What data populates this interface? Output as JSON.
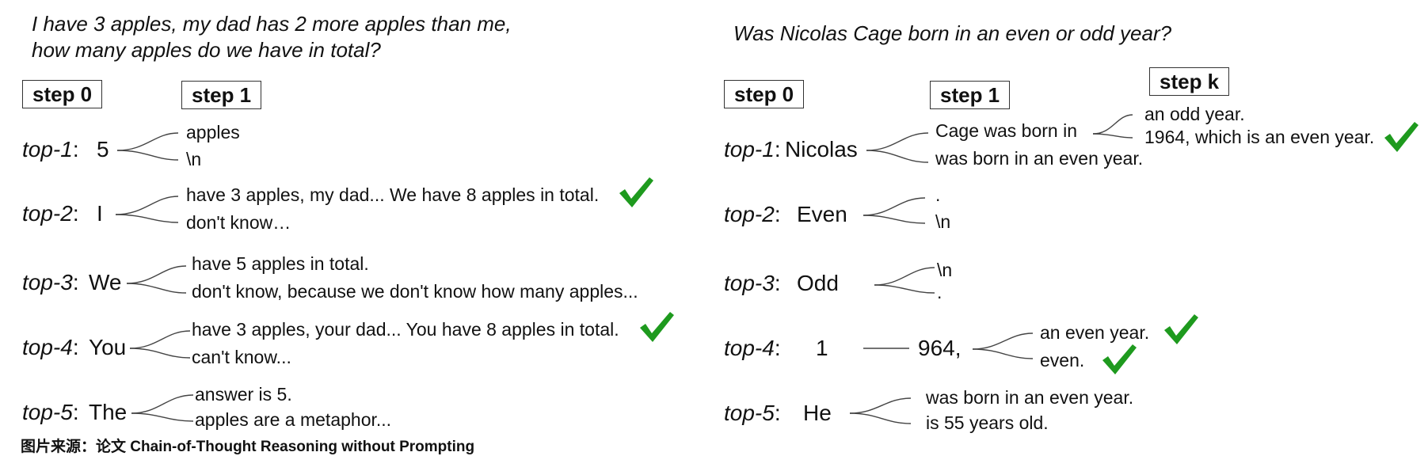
{
  "left": {
    "question": [
      "I have 3 apples, my dad has 2 more apples than me,",
      "how many apples do we have in total?"
    ],
    "steps": [
      "step 0",
      "step 1"
    ],
    "rows": [
      {
        "label_k": "top-1",
        "sep": ":",
        "token": "5",
        "continuations": [
          "apples",
          "\\n"
        ]
      },
      {
        "label_k": "top-2",
        "sep": ":",
        "token": "I",
        "continuations": [
          "have 3 apples, my dad... We have 8 apples in total.",
          "don't know…"
        ],
        "correct": true
      },
      {
        "label_k": "top-3",
        "sep": ":",
        "token": "We",
        "continuations": [
          "have 5 apples in total.",
          "don't know, because we don't know how many apples..."
        ]
      },
      {
        "label_k": "top-4",
        "sep": ":",
        "token": "You",
        "continuations": [
          "have 3 apples, your dad... You have 8 apples in total.",
          "can't know..."
        ],
        "correct": true
      },
      {
        "label_k": "top-5",
        "sep": ":",
        "token": "The",
        "continuations": [
          "answer is 5.",
          "apples are a metaphor..."
        ]
      }
    ]
  },
  "right": {
    "question": "Was Nicolas Cage born in an even or odd year?",
    "steps": [
      "step 0",
      "step 1",
      "step k"
    ],
    "rows": [
      {
        "label_k": "top-1",
        "sep": ":",
        "token": "Nicolas",
        "continuations": [
          "Cage was born in",
          "was born in an even year."
        ],
        "sub_continuations": [
          "an odd year.",
          "1964, which is an even year."
        ],
        "correct": true
      },
      {
        "label_k": "top-2",
        "sep": ":",
        "token": "Even",
        "continuations": [
          ".",
          "\\n"
        ]
      },
      {
        "label_k": "top-3",
        "sep": ":",
        "token": "Odd",
        "continuations": [
          "\\n",
          "."
        ]
      },
      {
        "label_k": "top-4",
        "sep": ":",
        "token": "1",
        "mid_token": "964,",
        "continuations": [
          "an even year.",
          "even."
        ],
        "correct": true
      },
      {
        "label_k": "top-5",
        "sep": ":",
        "token": "He",
        "continuations": [
          "was born in an even year.",
          "is 55 years old."
        ]
      }
    ]
  },
  "caption": "图片来源：论文 Chain-of-Thought Reasoning without Prompting",
  "colors": {
    "check": "#1e9a1e",
    "line": "#444444",
    "box_border": "#333333"
  }
}
